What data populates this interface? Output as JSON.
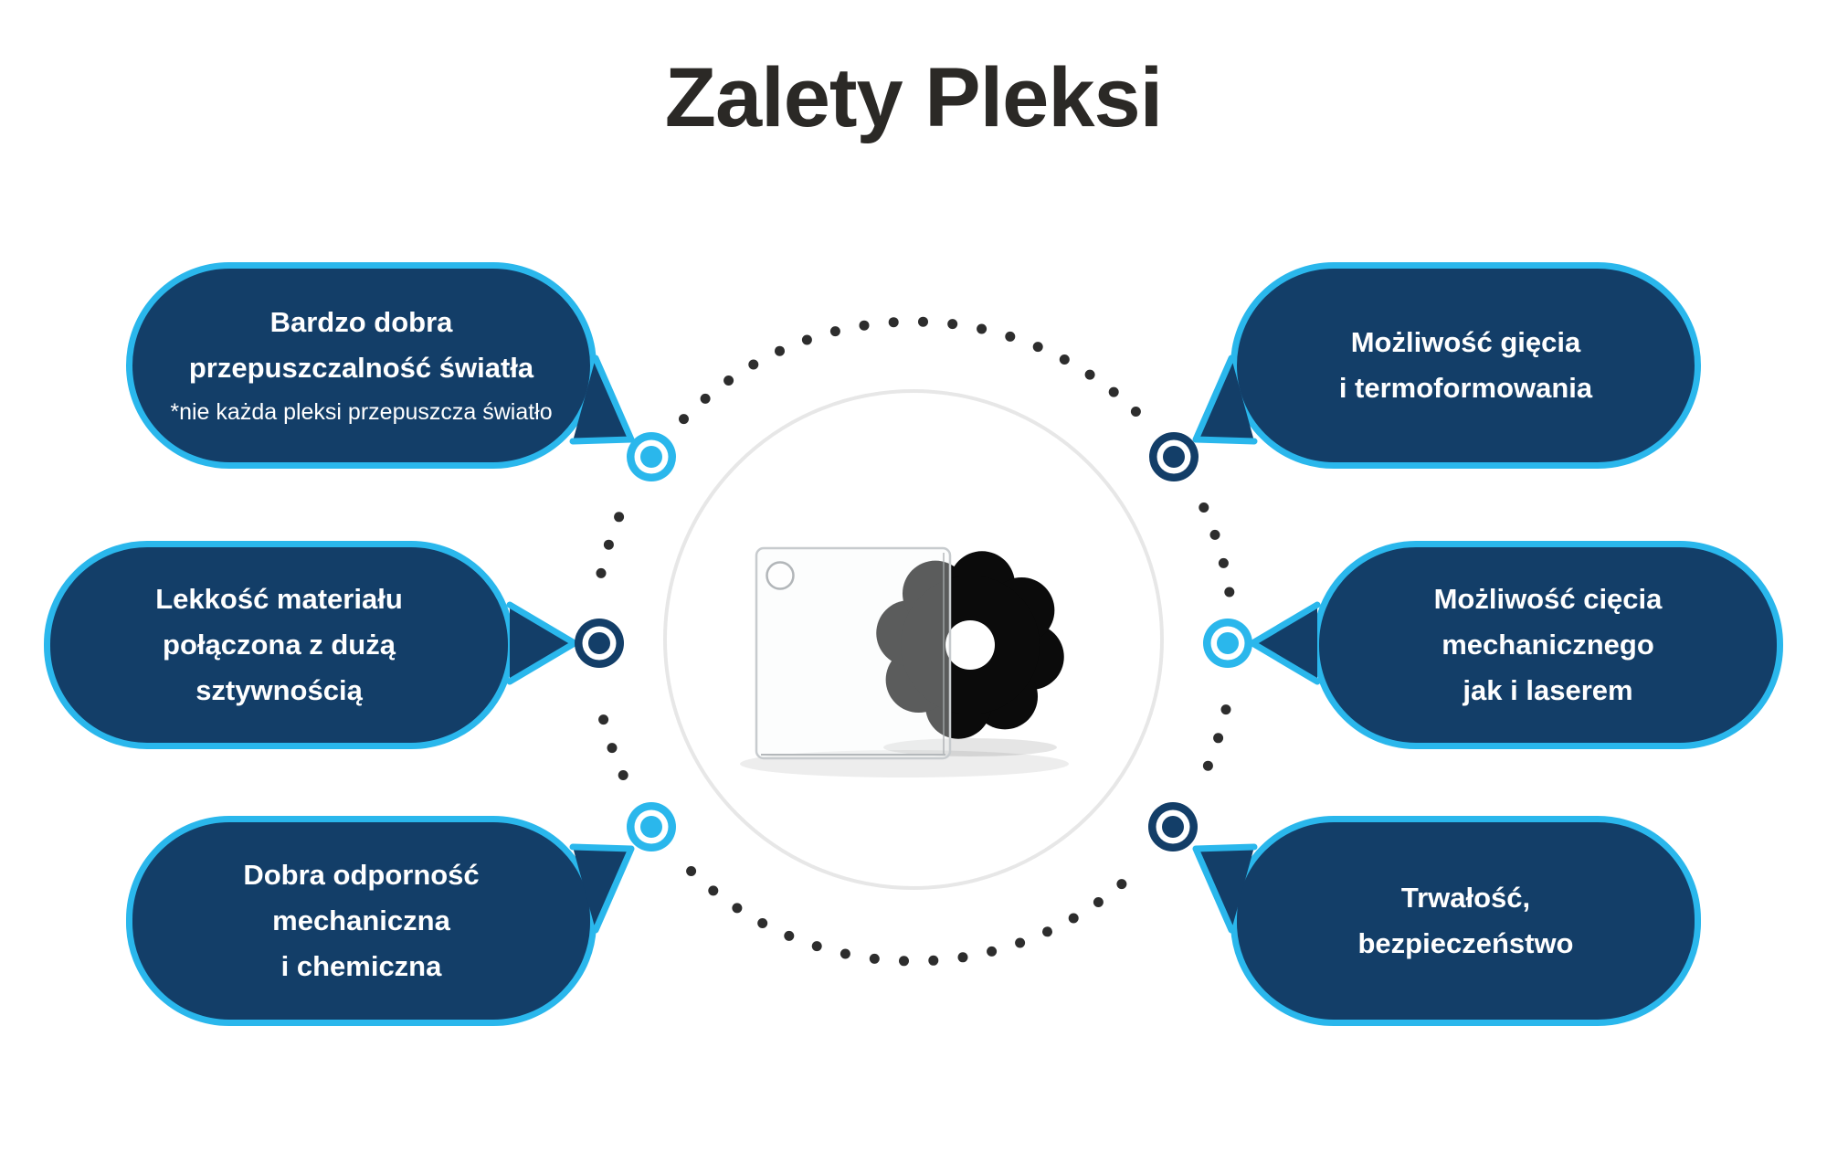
{
  "title": "Zalety Pleksi",
  "colors": {
    "navy": "#133e68",
    "cyan": "#2ab7ec",
    "ring_dot": "#2d2d2d",
    "title_text": "#2b2926",
    "bubble_text": "#ffffff",
    "flower_black": "#0b0b0b",
    "circle_edge": "#e7e7e7"
  },
  "decor": {
    "center_photo": "plexiglass-sheet-and-acrylic-flower-photo",
    "connector_icon": "bullseye-ring-icon",
    "ring_style": "dotted-circle"
  },
  "bubbles": [
    {
      "id": "light-transmission",
      "lines": [
        "Bardzo dobra",
        "przepuszczalność światła"
      ],
      "note": "*nie każda pleksi przepuszcza światło"
    },
    {
      "id": "lightweight-stiffness",
      "lines": [
        "Lekkość materiału",
        "połączona z dużą",
        "sztywnością"
      ]
    },
    {
      "id": "mechanical-chemical-resistance",
      "lines": [
        "Dobra odporność",
        "mechaniczna",
        "i chemiczna"
      ]
    },
    {
      "id": "bending-thermoforming",
      "lines": [
        "Możliwość gięcia",
        "i termoformowania"
      ]
    },
    {
      "id": "cutting-mechanical-laser",
      "lines": [
        "Możliwość cięcia",
        "mechanicznego",
        "jak i laserem"
      ]
    },
    {
      "id": "durability-safety",
      "lines": [
        "Trwałość,",
        "bezpieczeństwo"
      ]
    }
  ]
}
